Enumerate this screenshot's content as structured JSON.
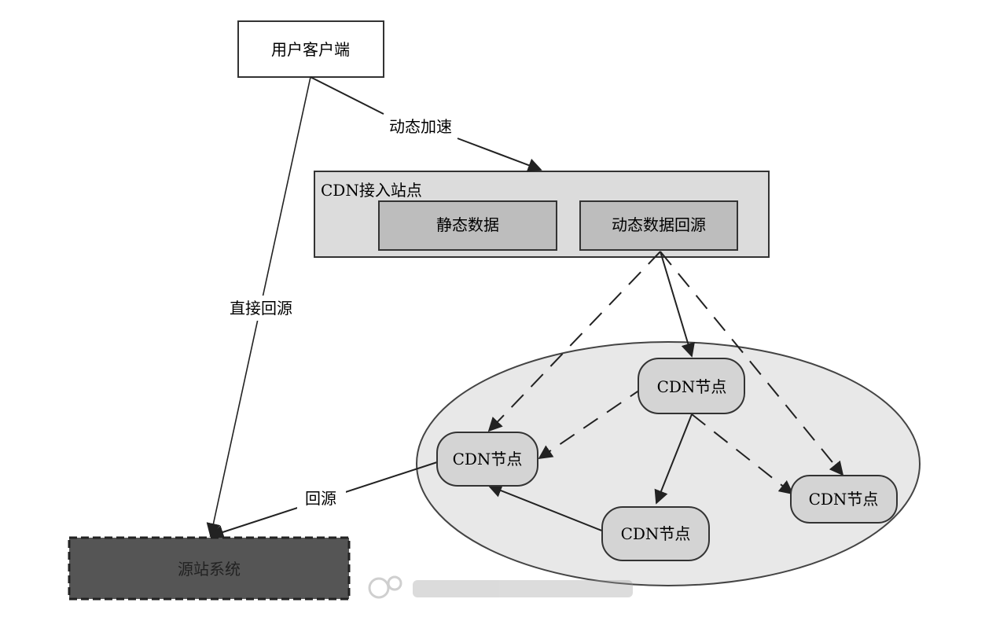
{
  "diagram": {
    "client": {
      "label": "用户客户端"
    },
    "access_site": {
      "label": "CDN接入站点",
      "static_data": "静态数据",
      "dynamic_origin": "动态数据回源"
    },
    "edges": {
      "dynamic_accel": "动态加速",
      "direct_origin": "直接回源",
      "back_to_origin": "回源"
    },
    "cdn_nodes": [
      {
        "label": "CDN节点"
      },
      {
        "label": "CDN节点"
      },
      {
        "label": "CDN节点"
      },
      {
        "label": "CDN节点"
      }
    ],
    "origin_system": {
      "label": "源站系统"
    }
  },
  "colors": {
    "ellipse_fill": "#e8e8e8",
    "node_fill": "#d4d4d4",
    "site_fill": "#dcdcdc",
    "inner_box_fill": "#bdbdbd",
    "origin_fill": "#555555"
  }
}
